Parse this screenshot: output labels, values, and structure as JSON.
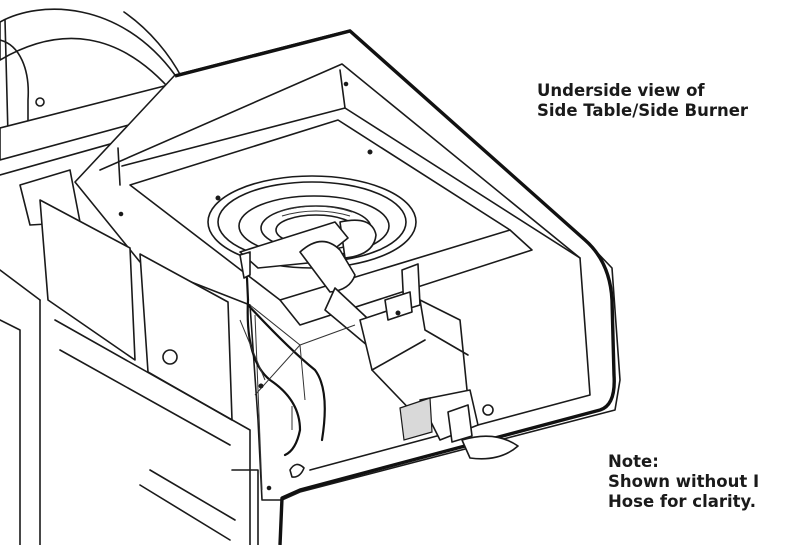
{
  "callouts": {
    "underside": {
      "line1": "Underside view of",
      "line2": "Side Table/Side Burner"
    },
    "note": {
      "line1": "Note:",
      "line2": "Shown without I",
      "line3": "Hose for clarity."
    }
  }
}
